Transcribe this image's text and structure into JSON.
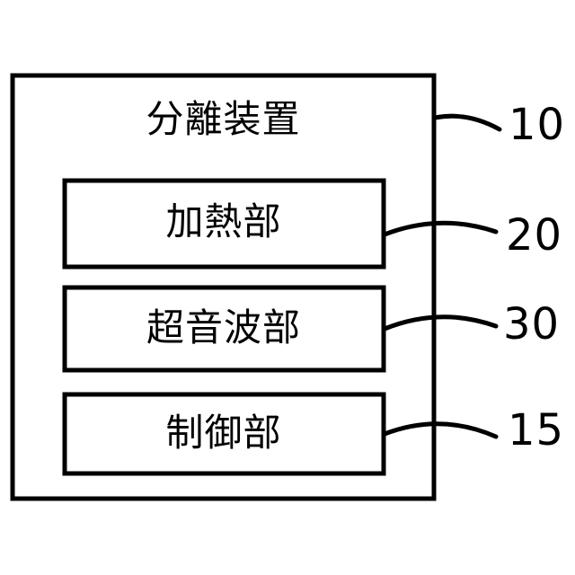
{
  "figure": {
    "title_text": "分離装置",
    "background_color": "#ffffff",
    "line_color": "#000000",
    "outer_box": {
      "label": "分離装置",
      "reference_number": "10"
    },
    "units": [
      {
        "label": "加熱部",
        "reference_number": "20"
      },
      {
        "label": "超音波部",
        "reference_number": "30"
      },
      {
        "label": "制御部",
        "reference_number": "15"
      }
    ],
    "reference_numbers": [
      "10",
      "20",
      "30",
      "15"
    ]
  }
}
